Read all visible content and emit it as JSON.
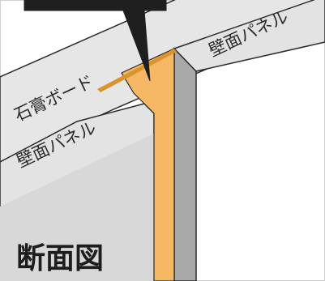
{
  "labels": {
    "gypsum_board": "石膏ボード",
    "wall_panel_left": "壁面パネル",
    "wall_panel_right": "壁面パネル",
    "caption": "断面図"
  },
  "colors": {
    "panel_face": "#e3e3e3",
    "panel_side": "#a9a9a9",
    "board_edge": "#9a9a9a",
    "core_face": "#f6b865",
    "core_shadow": "#d9932f",
    "callout": "#1f1f1f",
    "outline": "#2a2a2a"
  }
}
